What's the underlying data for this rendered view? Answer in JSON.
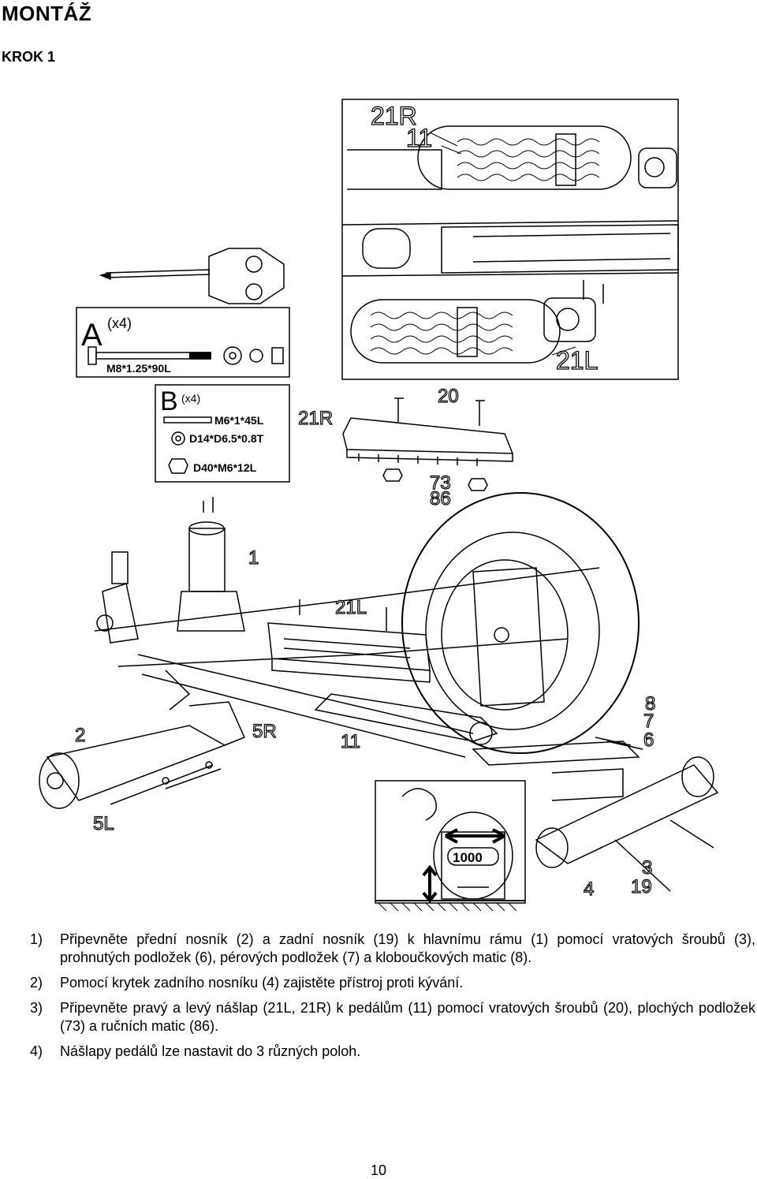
{
  "title": "MONTÁŽ",
  "step": "KROK 1",
  "figure": {
    "labels": {
      "p21R_top": "21R",
      "p11_top": "11",
      "p21L_top": "21L",
      "kitA": "A",
      "kitA_count": "(x4)",
      "kitA_bolt": "M8*1.25*90L",
      "kitB": "B",
      "kitB_count": "(x4)",
      "kitB_bolt": "M6*1*45L",
      "kitB_washer": "D14*D6.5*0.8T",
      "kitB_nut": "D40*M6*12L",
      "p21R": "21R",
      "p20": "20",
      "p73": "73",
      "p86": "86",
      "p1": "1",
      "p21L": "21L",
      "p2": "2",
      "p5R": "5R",
      "p11": "11",
      "p8": "8",
      "p7": "7",
      "p6": "6",
      "p5L": "5L",
      "p4": "4",
      "p3": "3",
      "p19": "19",
      "dial": "1000"
    }
  },
  "instructions": [
    {
      "num": "1)",
      "text": "Připevněte přední nosník (2) a zadní nosník (19) k hlavnímu rámu (1) pomocí vratových šroubů (3), prohnutých podložek (6), pérových podložek (7) a kloboučkových matic (8)."
    },
    {
      "num": "2)",
      "text": "Pomocí krytek zadního nosníku (4) zajistěte přístroj proti kývání."
    },
    {
      "num": "3)",
      "text": "Připevněte pravý a levý nášlap (21L, 21R) k pedálům (11) pomocí vratových šroubů (20), plochých podložek (73) a ručních matic (86)."
    },
    {
      "num": "4)",
      "text": "Nášlapy pedálů lze nastavit do 3 různých poloh."
    }
  ],
  "page_number": "10"
}
